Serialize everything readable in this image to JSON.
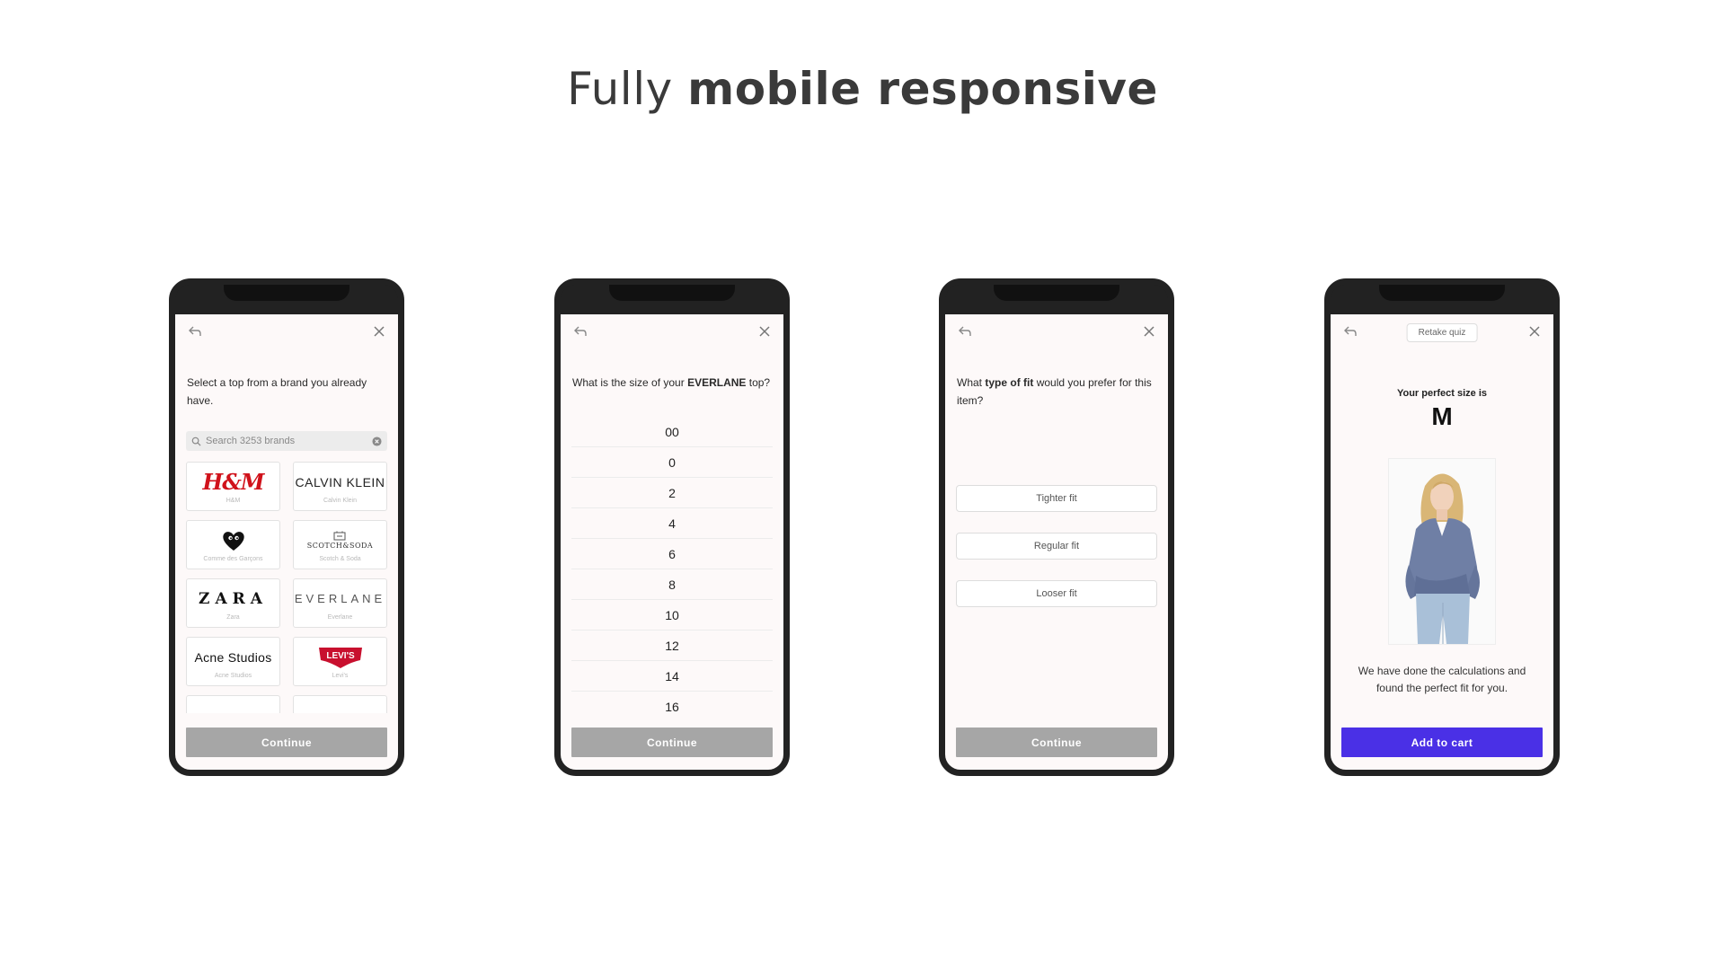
{
  "headline": {
    "light": "Fully",
    "bold": "mobile responsive"
  },
  "screen1": {
    "question": "Select a top from a brand you already have.",
    "search_placeholder": "Search 3253 brands",
    "brands": [
      {
        "logo": "H&M",
        "name": "H&M"
      },
      {
        "logo": "CALVIN KLEIN",
        "name": "Calvin Klein"
      },
      {
        "logo": "COMME des GARÇONS",
        "name": "Comme des Garçons"
      },
      {
        "logo": "SCOTCH&SODA",
        "name": "Scotch & Soda"
      },
      {
        "logo": "ZARA",
        "name": "Zara"
      },
      {
        "logo": "EVERLANE",
        "name": "Everlane"
      },
      {
        "logo": "Acne Studios",
        "name": "Acne Studios"
      },
      {
        "logo": "Levi's",
        "name": "Levi's"
      }
    ],
    "continue_label": "Continue"
  },
  "screen2": {
    "question_pre": "What is the size of your",
    "question_brand": "EVERLANE",
    "question_post": "top?",
    "sizes": [
      "00",
      "0",
      "2",
      "4",
      "6",
      "8",
      "10",
      "12",
      "14",
      "16"
    ],
    "continue_label": "Continue"
  },
  "screen3": {
    "question_pre": "What",
    "question_bold": "type of fit",
    "question_post": "would you prefer for this item?",
    "fit_options": [
      "Tighter fit",
      "Regular fit",
      "Looser fit"
    ],
    "continue_label": "Continue"
  },
  "screen4": {
    "retake_label": "Retake quiz",
    "result_label": "Your perfect size is",
    "result_size": "M",
    "result_text": "We have done the calculations and found the perfect fit for you.",
    "cta_label": "Add to cart"
  },
  "colors": {
    "primary_cta": "#4a30e6",
    "disabled_button": "#a6a6a6",
    "hm_red": "#d0121b",
    "levis_red": "#c8102e"
  },
  "icons": [
    "back-arrow-icon",
    "close-icon",
    "search-icon",
    "clear-icon"
  ]
}
